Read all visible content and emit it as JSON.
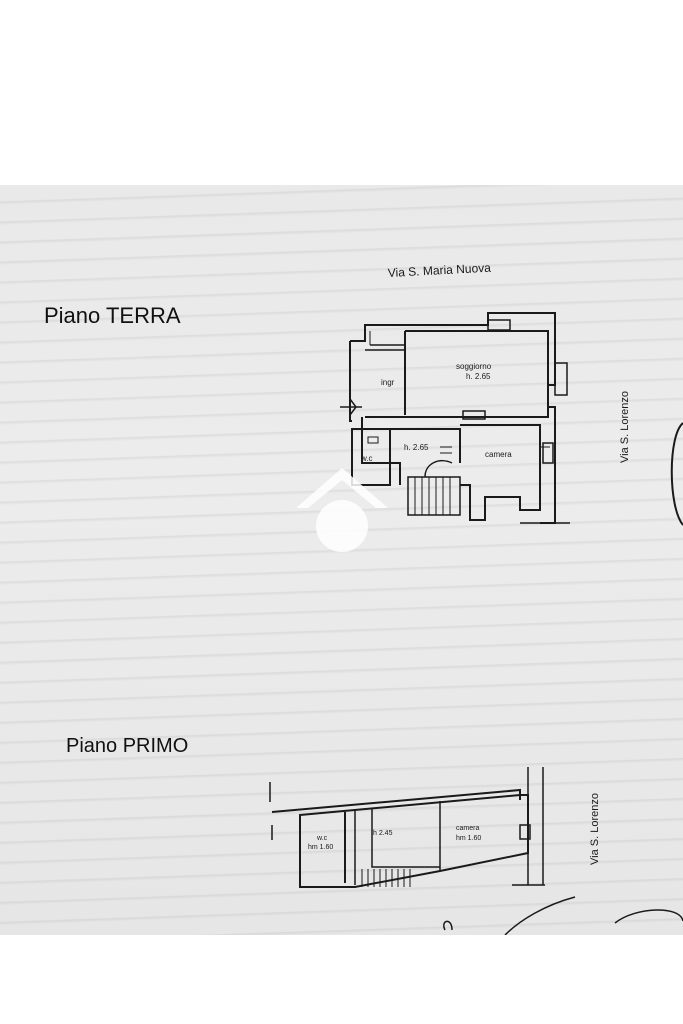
{
  "headings": {
    "ground_floor": "Piano TERRA",
    "first_floor": "Piano PRIMO"
  },
  "streets": {
    "top": "Via S. Maria Nuova",
    "side_ground": "Via S. Lorenzo",
    "side_first": "Via S. Lorenzo"
  },
  "ground_rooms": {
    "living_name": "soggiorno",
    "living_height": "h. 2.65",
    "entry": "ingr",
    "wc": "w.c",
    "hall_height": "h. 2.65",
    "bedroom": "camera"
  },
  "first_rooms": {
    "wc": "w.c",
    "wc_height": "hm 1.60",
    "hall_height": "h 2.45",
    "room": "camera",
    "room_height": "hm 1.60"
  },
  "colors": {
    "paper": "#e9e9e9",
    "ink": "#1a1a1a",
    "watermark": "#ffffff"
  }
}
